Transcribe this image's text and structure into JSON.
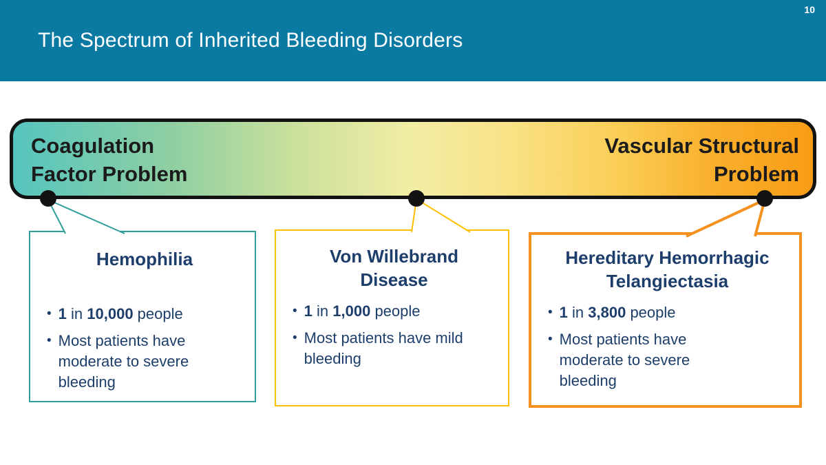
{
  "slide": {
    "page_number": "10",
    "title": "The Spectrum of Inherited Bleeding Disorders"
  },
  "colors": {
    "header_bg": "#0B7AA2",
    "header_text": "#FFFFFF",
    "body_text_navy": "#1D3E6B",
    "bar_border": "#121212",
    "bar_label_text": "#1B1B1B",
    "bar_gradient_left_teal": "#56C5BF",
    "bar_gradient_mid_yellow": "#F2EDA5",
    "bar_gradient_right_orange": "#F89C16",
    "dot_black": "#121212"
  },
  "spectrum_bar": {
    "left_label": "Coagulation\nFactor Problem",
    "right_label": "Vascular Structural\nProblem"
  },
  "bullet_glyph": "•",
  "disorders": [
    {
      "title": "Hemophilia",
      "accent": "#2F9E9A",
      "bullets": [
        [
          {
            "t": "1",
            "b": true
          },
          {
            "t": " in ",
            "b": false
          },
          {
            "t": "10,000",
            "b": true
          },
          {
            "t": " people",
            "b": false
          }
        ],
        [
          {
            "t": "Most patients have\nmoderate to severe\nbleeding",
            "b": false
          }
        ]
      ]
    },
    {
      "title": "Von Willebrand\nDisease",
      "accent": "#FFC000",
      "bullets": [
        [
          {
            "t": "1",
            "b": true
          },
          {
            "t": " in ",
            "b": false
          },
          {
            "t": "1,000",
            "b": true
          },
          {
            "t": " people",
            "b": false
          }
        ],
        [
          {
            "t": "Most patients have mild\nbleeding",
            "b": false
          }
        ]
      ]
    },
    {
      "title": "Hereditary Hemorrhagic\nTelangiectasia",
      "accent": "#F5911E",
      "bullets": [
        [
          {
            "t": "1",
            "b": true
          },
          {
            "t": " in ",
            "b": false
          },
          {
            "t": "3,800",
            "b": true
          },
          {
            "t": " people",
            "b": false
          }
        ],
        [
          {
            "t": "Most patients have\nmoderate to severe\nbleeding",
            "b": false
          }
        ]
      ]
    }
  ]
}
